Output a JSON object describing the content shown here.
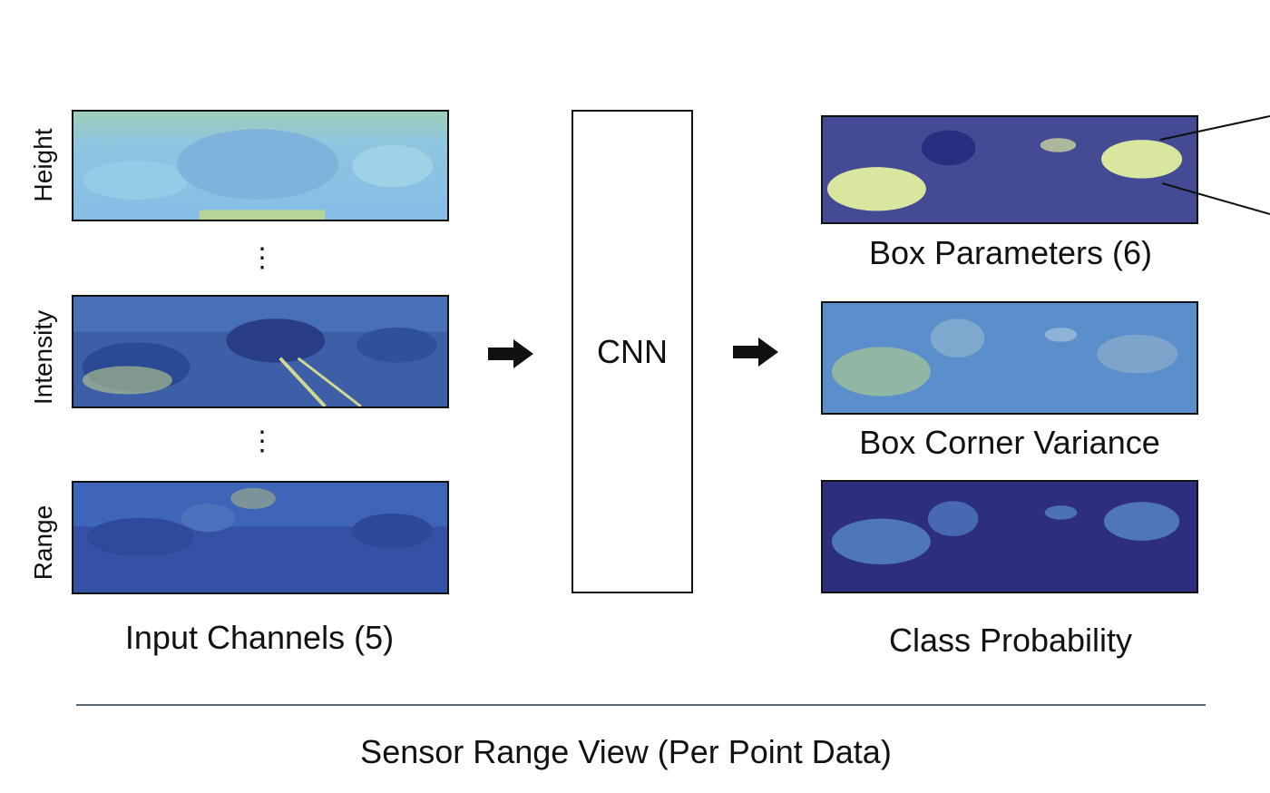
{
  "input": {
    "channels": [
      "Height",
      "Intensity",
      "Range"
    ],
    "ellipsis": "⋮",
    "caption": "Input Channels (5)"
  },
  "model": {
    "label": "CNN"
  },
  "outputs": {
    "box_parameters": "Box Parameters (6)",
    "box_corner_variance": "Box Corner Variance",
    "class_probability": "Class Probability"
  },
  "footer": {
    "title": "Sensor Range View (Per Point Data)"
  },
  "colors": {
    "height_bg": "#8ec5e0",
    "intensity_bg": "#3d5fa8",
    "range_bg": "#3451a6",
    "box_params_bg": "#444a94",
    "corner_var_bg": "#5b8fcc",
    "class_prob_bg": "#2d2f7e",
    "highlight": "#d8e6a0",
    "line": "#111111",
    "divider": "#5a6670"
  }
}
